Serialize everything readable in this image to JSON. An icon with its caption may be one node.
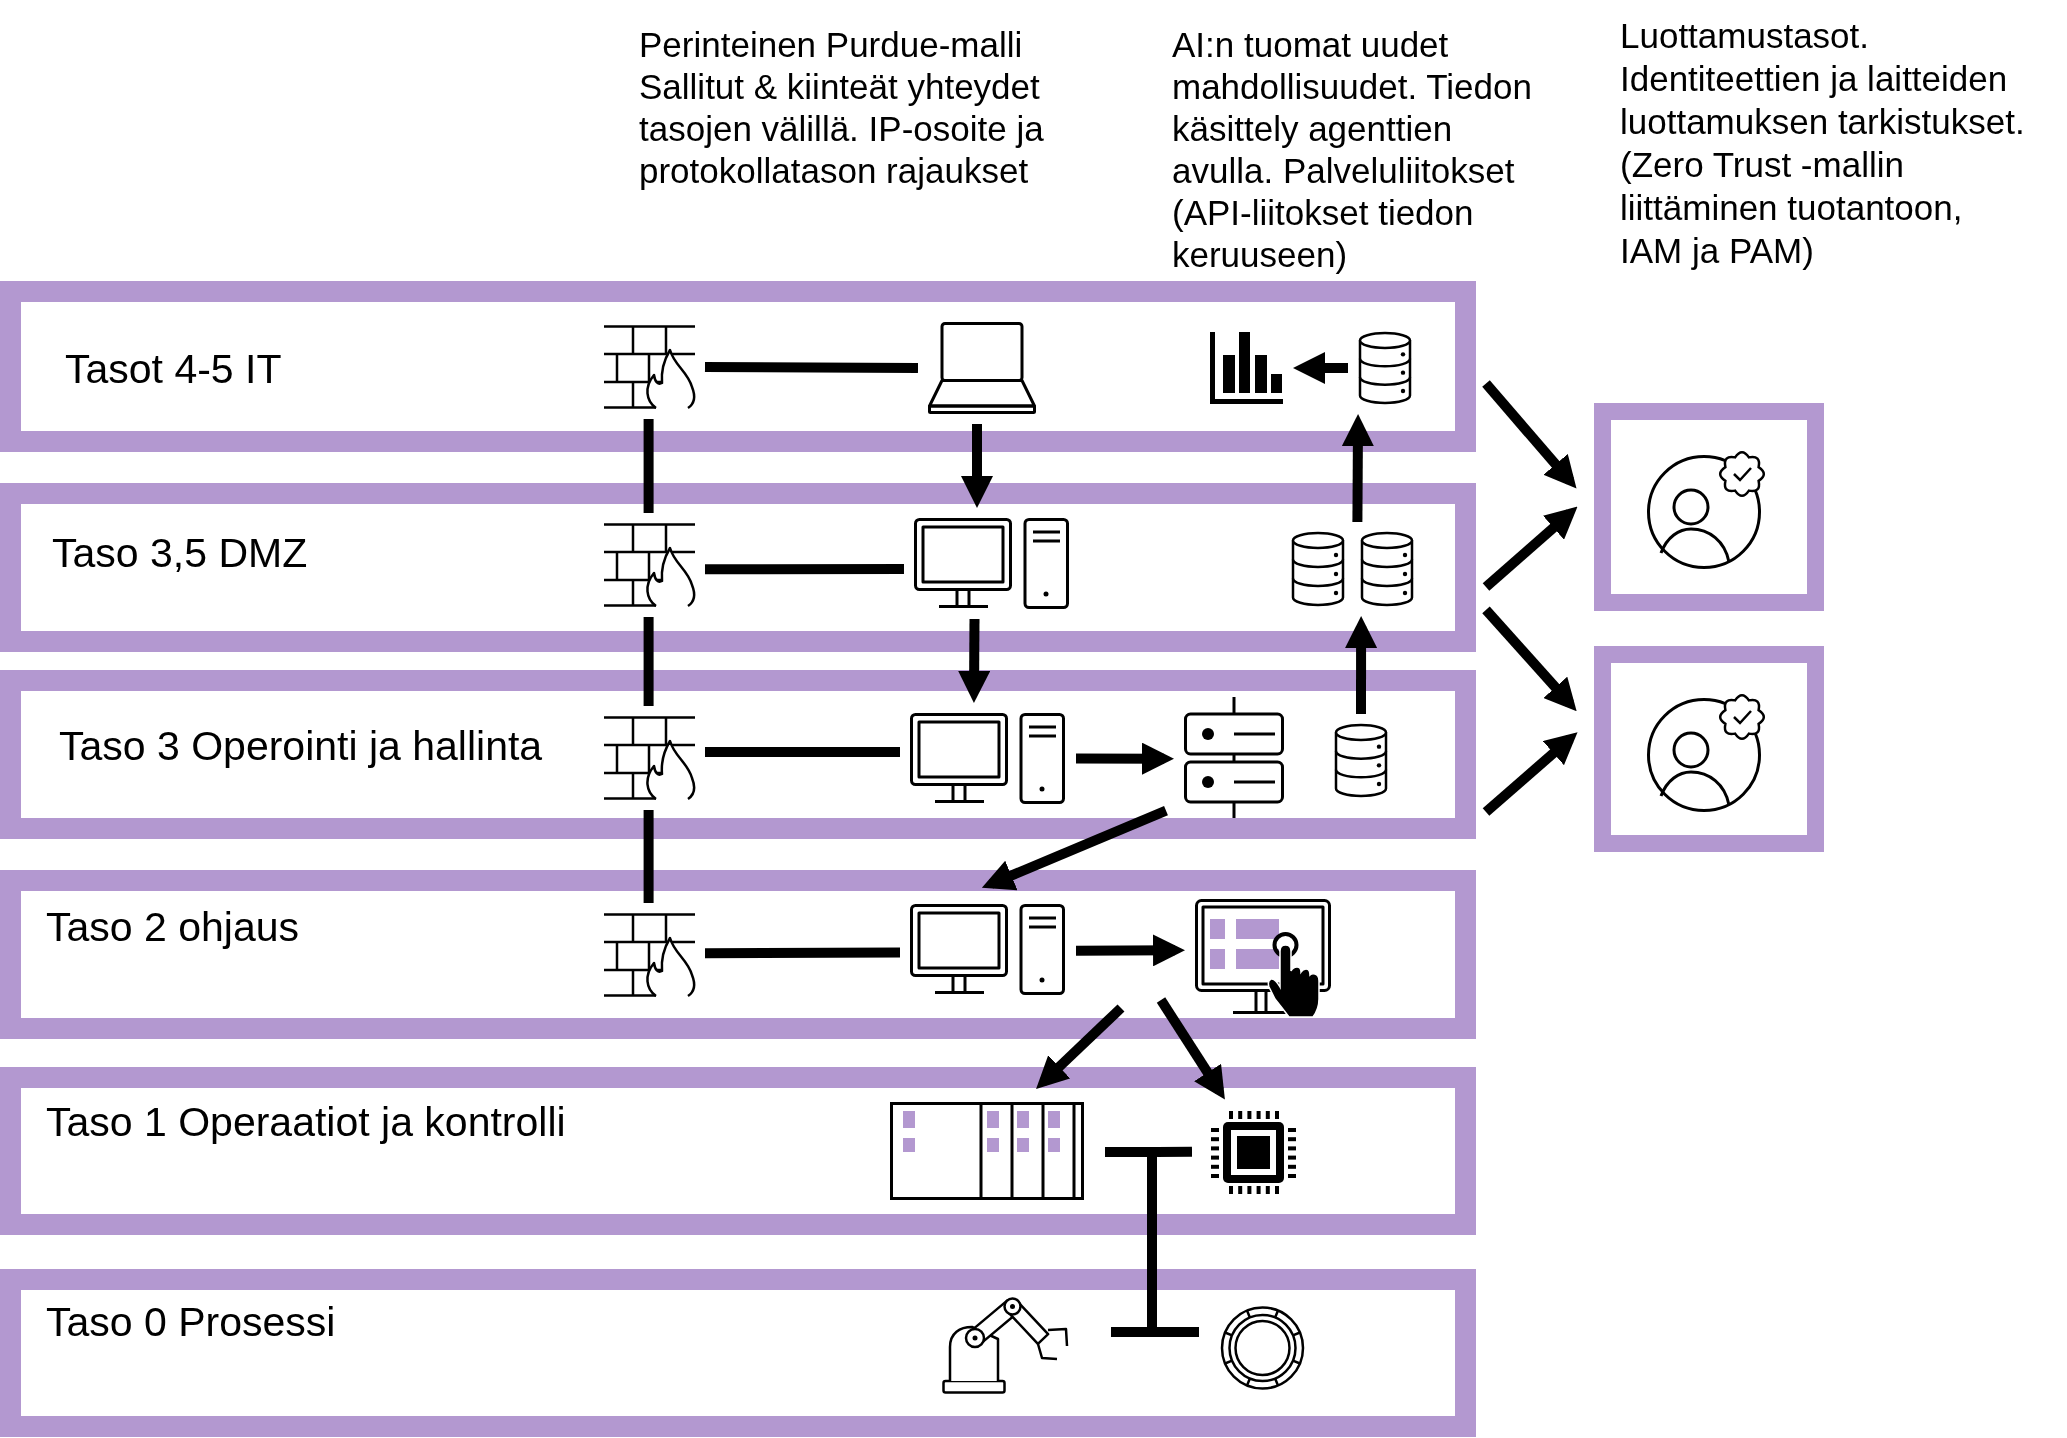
{
  "diagram": {
    "nodes": [
      {
        "text": [
          "Tasot 4-5 IT"
        ]
      },
      {
        "text": [],
        "shape": "picture",
        "in": 0
      },
      {
        "text": [],
        "shape": "picture",
        "in": 0
      },
      {
        "text": [],
        "shape": "picture",
        "in": 0
      },
      {
        "text": [],
        "shape": "picture",
        "in": 0
      },
      {
        "text": [
          "Taso 3,5 DMZ"
        ]
      },
      {
        "text": [],
        "shape": "picture",
        "in": 5
      },
      {
        "text": [],
        "shape": "picture",
        "in": 5
      },
      {
        "text": [],
        "shape": "picture",
        "in": 5
      },
      {
        "text": [
          "Taso 3 Operointi ja hallinta"
        ]
      },
      {
        "text": [],
        "shape": "picture",
        "in": 9
      },
      {
        "text": [],
        "shape": "picture",
        "in": 9
      },
      {
        "text": [],
        "shape": "picture",
        "in": 9
      },
      {
        "text": [],
        "shape": "picture",
        "in": 9
      },
      {
        "text": [
          "Taso 2 ohjaus"
        ]
      },
      {
        "text": [],
        "shape": "picture",
        "in": 14
      },
      {
        "text": [],
        "shape": "picture",
        "in": 14
      },
      {
        "text": [],
        "shape": "picture",
        "in": 14
      },
      {
        "text": [
          "Taso 1 Operaatiot ja kontrolli"
        ]
      },
      {
        "text": [],
        "shape": "picture",
        "in": 18
      },
      {
        "text": [],
        "shape": "picture",
        "in": 18
      },
      {
        "text": [
          "Taso 0 Prosessi"
        ]
      },
      {
        "text": [],
        "shape": "picture",
        "in": 21
      },
      {
        "text": [],
        "shape": "picture",
        "in": 21
      },
      {
        "text": [],
        "shape": "box"
      },
      {
        "text": [],
        "shape": "box"
      }
    ],
    "edges": [
      {
        "from": 1,
        "to": 2,
        "arrow": "none"
      },
      {
        "from": 4,
        "to": 3,
        "arrow": "to"
      },
      {
        "from": 2,
        "to": 7,
        "arrow": "to"
      },
      {
        "from": 1,
        "to": 6,
        "arrow": "none"
      },
      {
        "from": 8,
        "to": 4,
        "arrow": "to"
      },
      {
        "from": 6,
        "to": 7,
        "arrow": "none"
      },
      {
        "from": 7,
        "to": 11,
        "arrow": "to"
      },
      {
        "from": 6,
        "to": 10,
        "arrow": "none"
      },
      {
        "from": 13,
        "to": 8,
        "arrow": "to"
      },
      {
        "from": 10,
        "to": 11,
        "arrow": "none"
      },
      {
        "from": 11,
        "to": 12,
        "arrow": "to"
      },
      {
        "from": 12,
        "to": 16,
        "arrow": "to"
      },
      {
        "from": 10,
        "to": 15,
        "arrow": "none"
      },
      {
        "from": 15,
        "to": 16,
        "arrow": "none"
      },
      {
        "from": 16,
        "to": 17,
        "arrow": "to"
      },
      {
        "from": null,
        "to": 19,
        "arrow": "to"
      },
      {
        "from": null,
        "to": 20,
        "arrow": "to"
      },
      {
        "from": 19,
        "to": 22,
        "arrow": "none"
      },
      {
        "from": 19,
        "to": 23,
        "arrow": "none"
      },
      {
        "from": 20,
        "to": 22,
        "arrow": "none"
      },
      {
        "from": 20,
        "to": 23,
        "arrow": "none"
      },
      {
        "from": 0,
        "to": 24,
        "arrow": "to"
      },
      {
        "from": 5,
        "to": 24,
        "arrow": "to"
      },
      {
        "from": 5,
        "to": 25,
        "arrow": "to"
      },
      {
        "from": 9,
        "to": 25,
        "arrow": "to"
      }
    ],
    "labels": [
      "Perinteinen Purdue-malli Sallitut & kiinteät yhteydet tasojen välillä. IP-osoite ja protokollatason rajaukset",
      "AI:n tuomat uudet mahdollisuudet. Tiedon käsittely agenttien avulla. Palveluliitokset (API-liitokset tiedon keruuseen)",
      "Luottamustasot. Identiteettien ja laitteiden luottamuksen tarkistukset. (Zero Trust -mallin liittäminen tuotantoon, IAM ja PAM)"
    ]
  }
}
